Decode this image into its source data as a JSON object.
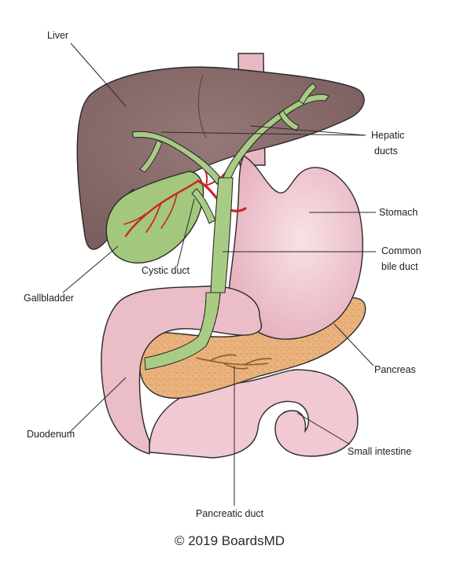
{
  "labels": {
    "liver": "Liver",
    "hepatic_ducts_line1": "Hepatic",
    "hepatic_ducts_line2": "ducts",
    "stomach": "Stomach",
    "common_bile_duct_line1": "Common",
    "common_bile_duct_line2": "bile duct",
    "cystic_duct": "Cystic duct",
    "gallbladder": "Gallbladder",
    "pancreas": "Pancreas",
    "duodenum": "Duodenum",
    "small_intestine": "Small intestine",
    "pancreatic_duct": "Pancreatic duct"
  },
  "credit": "© 2019 BoardsMD",
  "colors": {
    "liver": "#8a6e6c",
    "liver_shade": "#76595a",
    "stomach": "#e9b9c4",
    "stomach_light": "#f6dde3",
    "duct": "#a9cc85",
    "gallbladder": "#a3c77c",
    "pancreas": "#e9b27b",
    "artery": "#c8262b"
  }
}
